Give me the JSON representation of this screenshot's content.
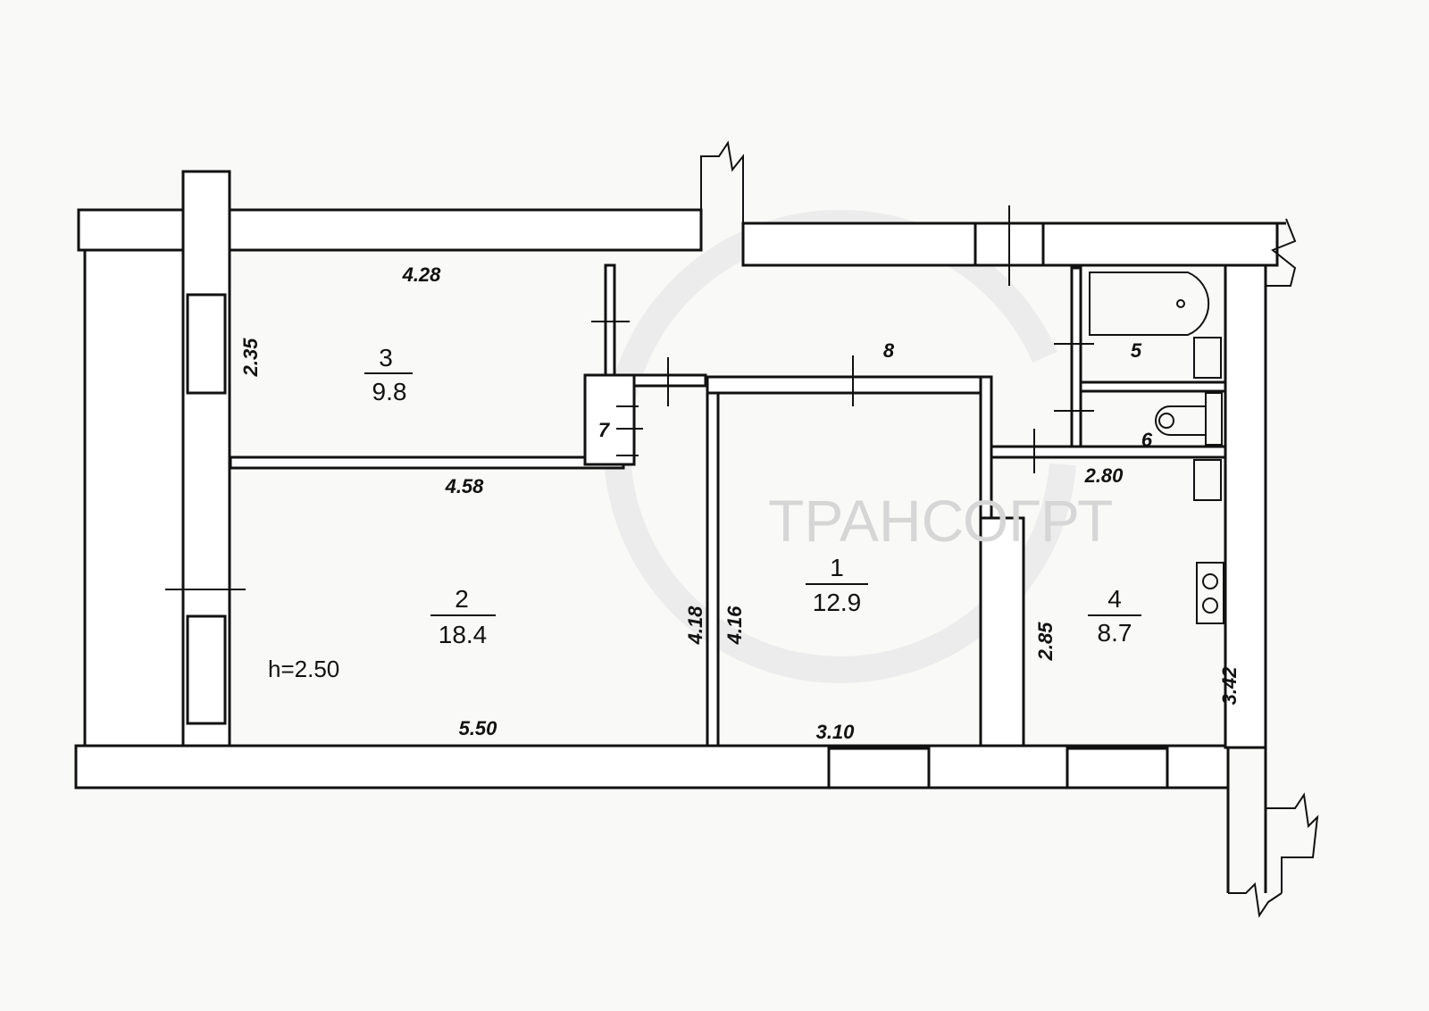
{
  "plan": {
    "ceiling_height": "h=2.50",
    "watermark": "ТРАНСОГРТ",
    "rooms": [
      {
        "number": "1",
        "area": "12.9"
      },
      {
        "number": "2",
        "area": "18.4"
      },
      {
        "number": "3",
        "area": "9.8"
      },
      {
        "number": "4",
        "area": "8.7"
      },
      {
        "number": "5"
      },
      {
        "number": "6"
      },
      {
        "number": "7"
      },
      {
        "number": "8"
      }
    ],
    "dimensions": {
      "room3_top": "4.28",
      "room3_side": "2.35",
      "room2_top": "4.58",
      "room2_bottom": "5.50",
      "room2_side": "4.18",
      "room1_side": "4.16",
      "room1_bottom": "3.10",
      "kitchen_top": "2.80",
      "kitchen_left": "2.85",
      "kitchen_right": "3.42"
    }
  }
}
